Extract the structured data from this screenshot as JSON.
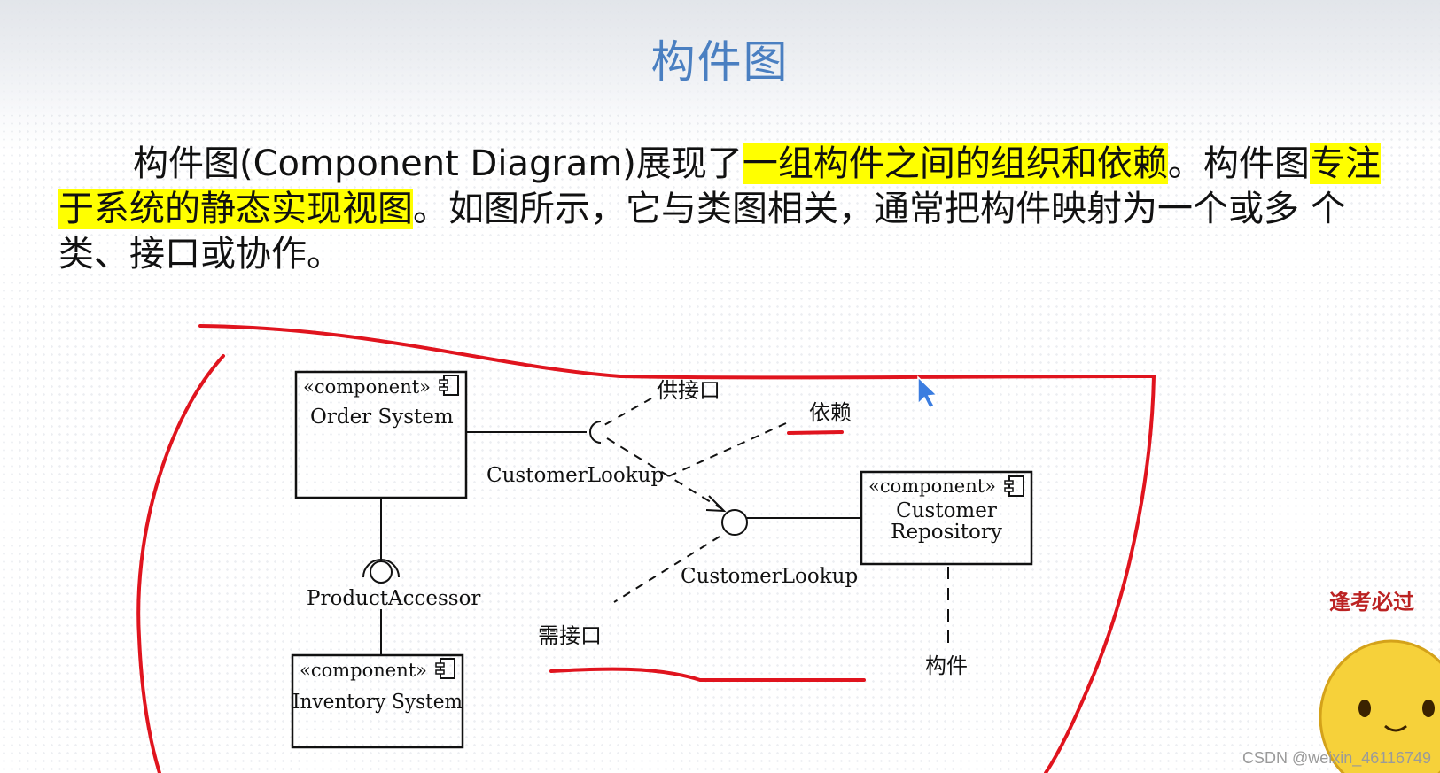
{
  "slide": {
    "title": "构件图",
    "paragraph": {
      "p1": "构件图(Component Diagram)展现了",
      "hl1": "一组构件之间的组织和依赖",
      "p2": "。构件图",
      "hl2": "专注于系统的静态实现视图",
      "p3": "。如图所示，它与类图相关，通常把构件映射为一个或多 个类、接口或协作。"
    }
  },
  "diagram": {
    "stereotype": "«component»",
    "order_system": "Order System",
    "customer_repository": [
      "Customer",
      "Repository"
    ],
    "inventory_system": "Inventory System",
    "customer_lookup_top": "CustomerLookup",
    "customer_lookup_bottom": "CustomerLookup",
    "product_accessor": "ProductAccessor",
    "provided_interface": "供接口",
    "dependency": "依赖",
    "required_interface": "需接口",
    "component": "构件"
  },
  "overlay": {
    "mascot_text": "逢考必过",
    "watermark": "CSDN @weixin_46116749"
  },
  "colors": {
    "title": "#4a7fc1",
    "highlight": "#ffff00",
    "annotation_red": "#e0141e"
  },
  "icons": [
    "component-icon",
    "mouse-cursor-icon",
    "mascot-icon"
  ]
}
